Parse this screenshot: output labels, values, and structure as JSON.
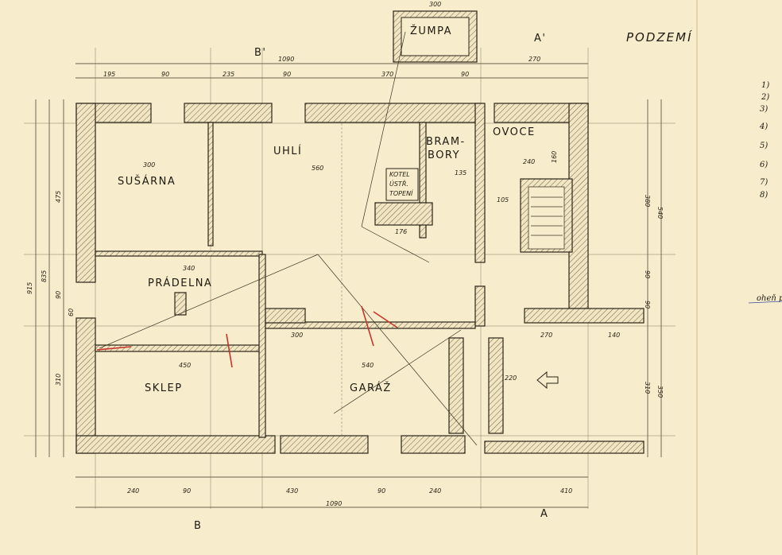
{
  "title": "PODZEMÍ",
  "rooms": {
    "susarna": "SUŠÁRNA",
    "uhli": "UHLÍ",
    "brambory_1": "BRAM-",
    "brambory_2": "BORY",
    "ovoce": "OVOCE",
    "pradelna": "PRÁDELNA",
    "sklep": "SKLEP",
    "garaz": "GARÁŽ",
    "zumpa": "ŽUMPA",
    "kotel_1": "KOTEL",
    "kotel_2": "ÚSTŘ.",
    "kotel_3": "TOPENÍ"
  },
  "section_marks": {
    "b_top": "B'",
    "a_top": "A'",
    "b_bottom": "B",
    "a_bottom": "A"
  },
  "top_dims": {
    "total": "1090",
    "segments": [
      "195",
      "90",
      "235",
      "90",
      "370",
      "90",
      "270"
    ],
    "zumpa": "300"
  },
  "bottom_dims": {
    "total": "1090",
    "segments": [
      "240",
      "90",
      "430",
      "90",
      "240",
      "410"
    ]
  },
  "left_dims": [
    "475",
    "835",
    "915",
    "90",
    "60",
    "310"
  ],
  "right_dims": [
    "380",
    "540",
    "90",
    "90",
    "310",
    "350"
  ],
  "inner_dims": [
    "300",
    "560",
    "240",
    "340",
    "450",
    "300",
    "540",
    "220",
    "135",
    "176",
    "140",
    "270",
    "160",
    "105"
  ],
  "legend": [
    "1)",
    "2)",
    "3)",
    "4)",
    "5)",
    "6)",
    "7)",
    "8)"
  ],
  "note": "oheň p"
}
